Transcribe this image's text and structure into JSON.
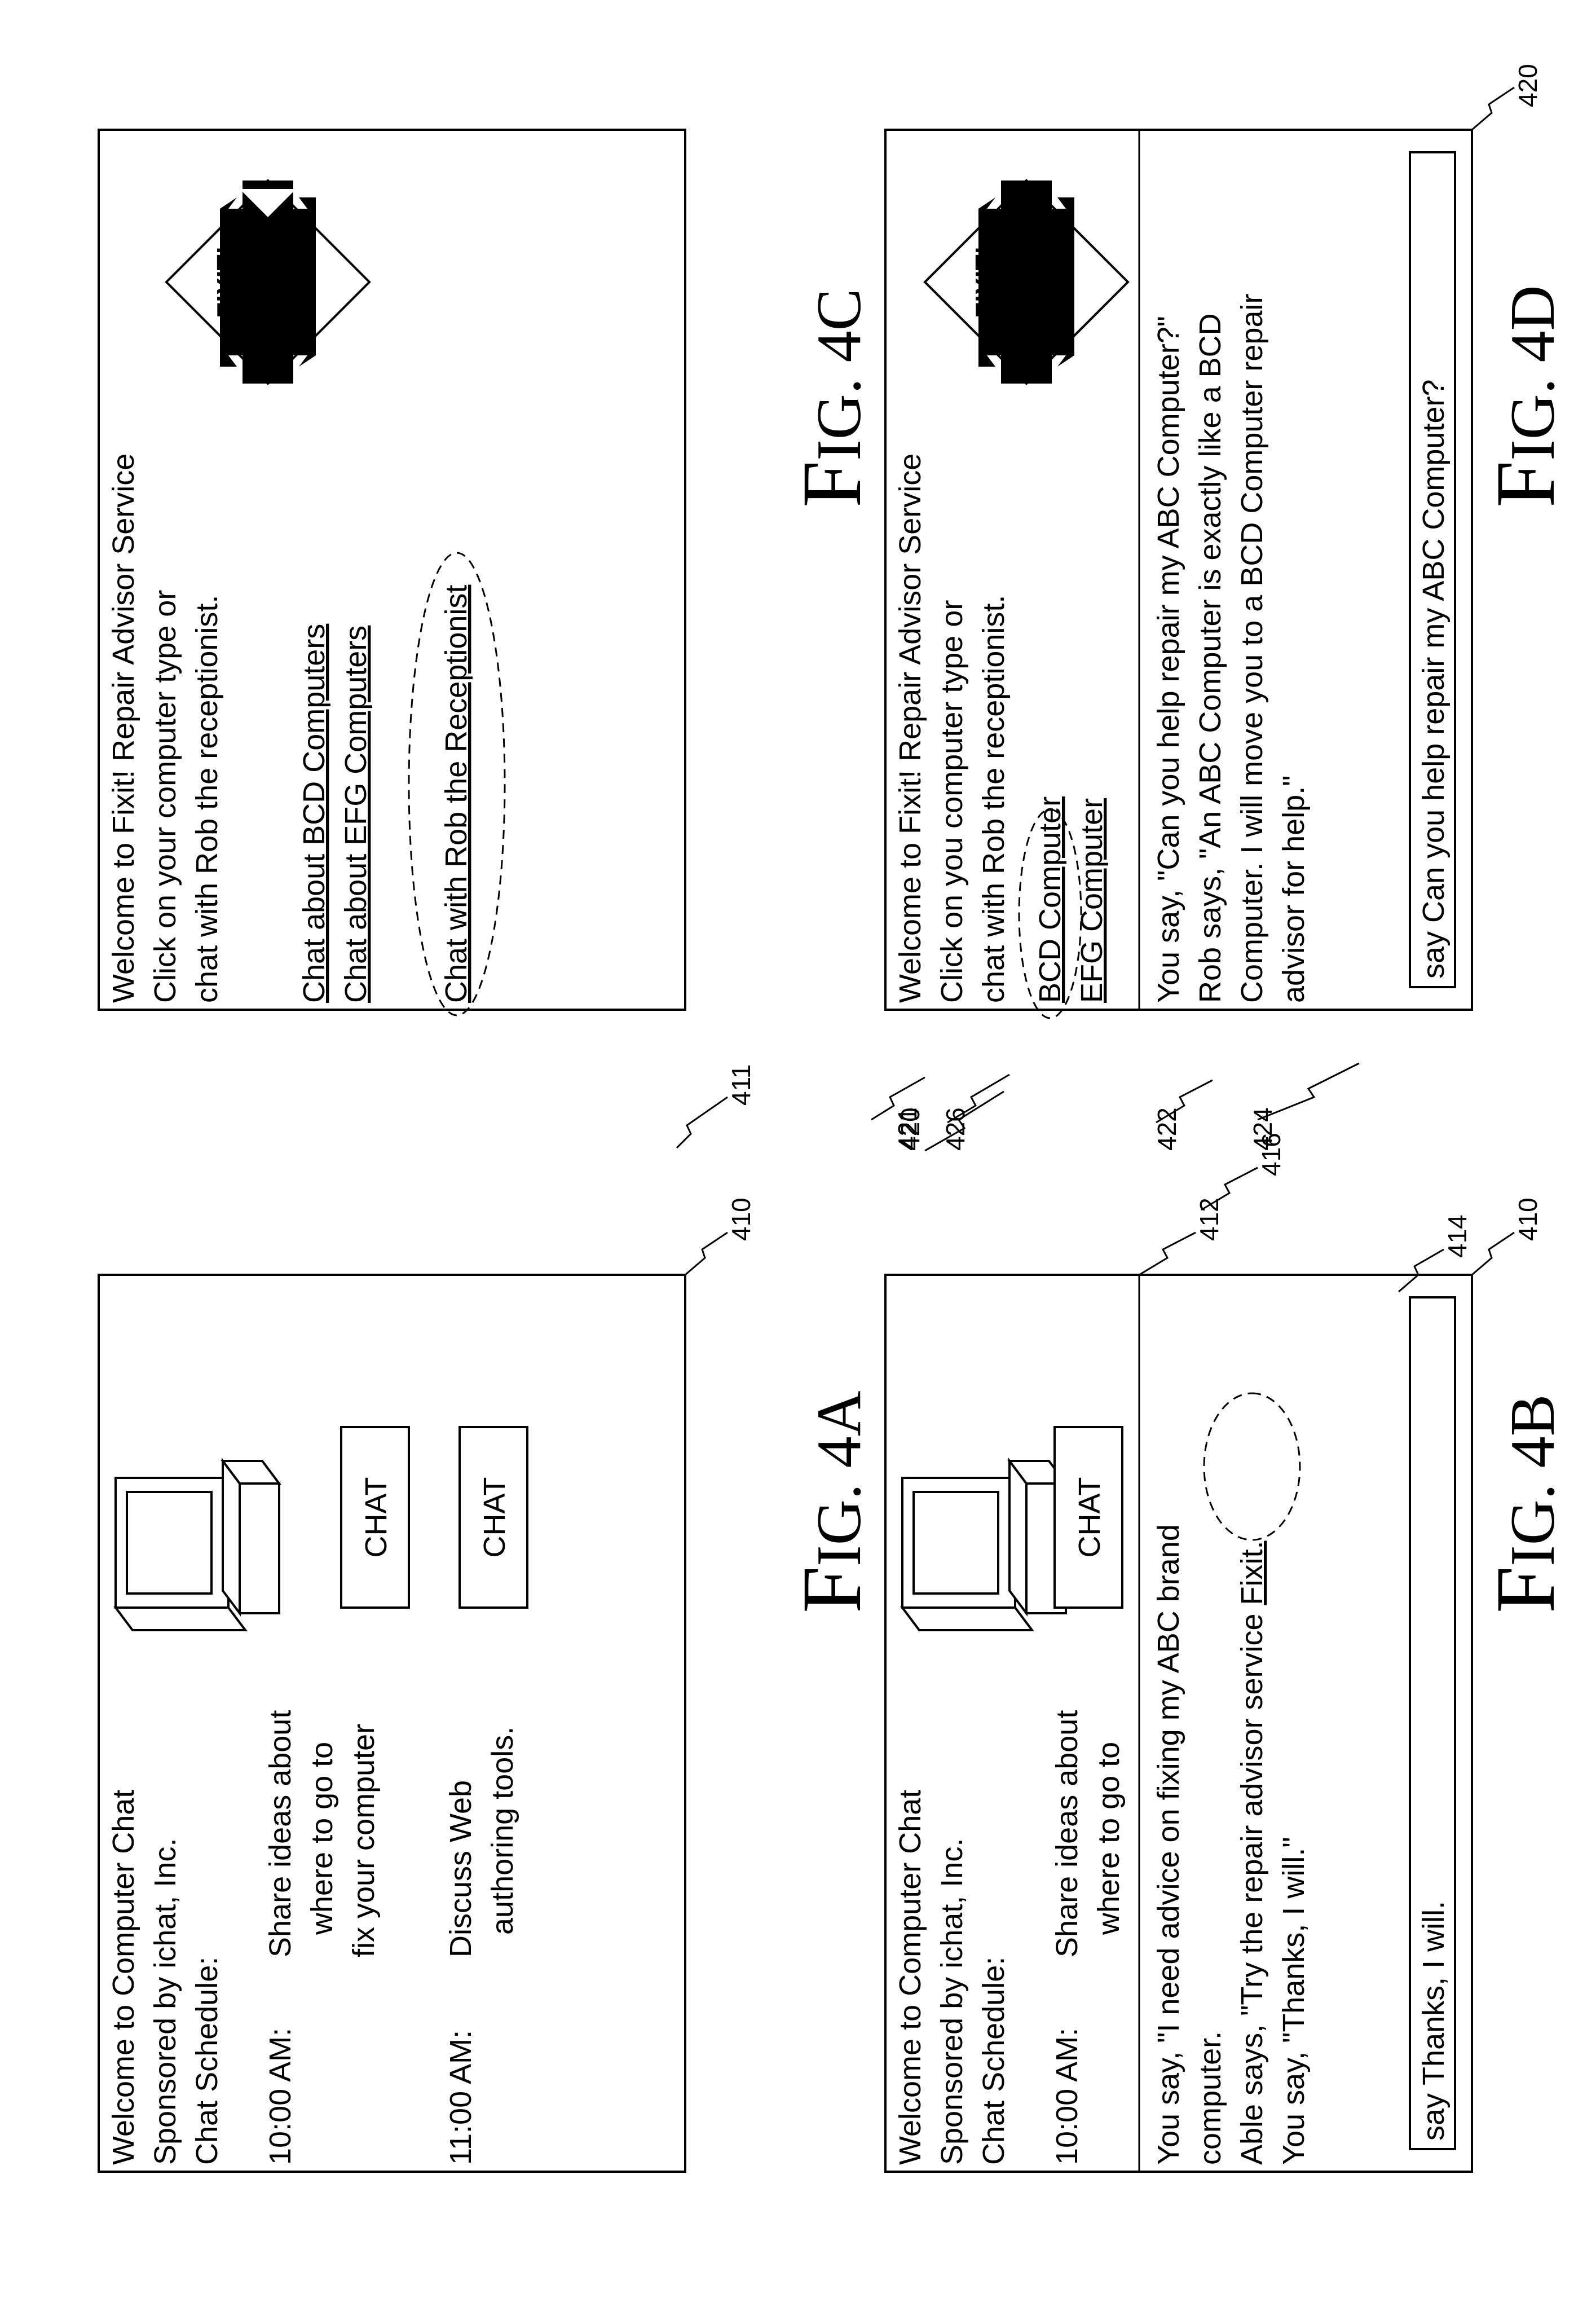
{
  "fig4a": {
    "caption_initial": "F",
    "caption_rest": "IG. 4A",
    "lines": [
      "Welcome to Computer Chat",
      "Sponsored by ichat, Inc.",
      "Chat Schedule:"
    ],
    "schedule": [
      {
        "time": "10:00 AM:",
        "desc": [
          "Share ideas about",
          "where to go to",
          "fix your computer"
        ],
        "button": "CHAT"
      },
      {
        "time": "11:00 AM:",
        "desc": [
          "Discuss Web",
          "authoring tools."
        ],
        "button": "CHAT"
      }
    ],
    "refs": {
      "screen": "410",
      "button": "411"
    }
  },
  "fig4b": {
    "caption_initial": "F",
    "caption_rest": "IG. 4B",
    "lines": [
      "Welcome to Computer Chat",
      "Sponsored by ichat, Inc.",
      "Chat Schedule:"
    ],
    "schedule_time": "10:00 AM:",
    "schedule_desc": [
      "Share ideas about",
      "where to go to"
    ],
    "button": "CHAT",
    "transcript": [
      "You say, \"I need advice on fixing my ABC brand",
      "computer.",
      "Able says, \"Try the repair advisor service ",
      "You say, \"Thanks, I will.\""
    ],
    "link": "Fixit.",
    "input_value": "say Thanks, I will.",
    "refs": {
      "screen": "410",
      "transcript": "412",
      "link": "416",
      "input": "414"
    }
  },
  "fig4c": {
    "caption_initial": "F",
    "caption_rest": "IG. 4C",
    "lines": [
      "Welcome to Fixit! Repair Advisor Service",
      "Click on your computer type or",
      "chat with Rob the receptionist."
    ],
    "links": [
      "Chat about BCD Computers",
      "Chat about EFG Computers",
      "Chat with Rob the Receptionist"
    ],
    "logo": "FIXIT!",
    "refs": {
      "screen": "420",
      "link": "421"
    }
  },
  "fig4d": {
    "caption_initial": "F",
    "caption_rest": "IG. 4D",
    "lines": [
      "Welcome to Fixit! Repair Advisor Service",
      "Click on you computer type or",
      "chat with Rob the receptionist."
    ],
    "links": [
      "BCD Computer",
      "EFG Computer"
    ],
    "logo": "FIXIT!",
    "transcript": [
      "You say, \"Can you help repair my ABC Computer?\"",
      "Rob says, \"An ABC Computer is exactly like a BCD",
      "Computer. I will move you to a BCD Computer repair",
      "advisor for help.\""
    ],
    "input_value": "say Can you help repair my ABC Computer?",
    "refs": {
      "screen": "420",
      "links": "426",
      "transcript": "422",
      "input": "424"
    }
  }
}
